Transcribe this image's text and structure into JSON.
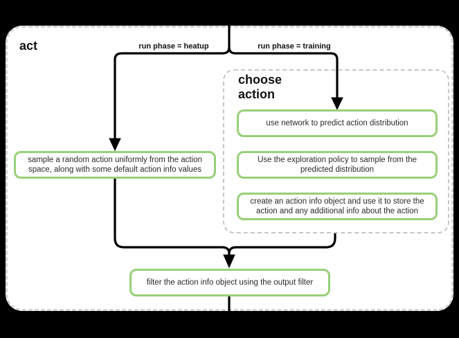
{
  "diagram": {
    "title": "act",
    "edge_labels": {
      "heatup": "run phase = heatup",
      "training": "run phase = training"
    },
    "group": {
      "title": "choose action"
    },
    "nodes": {
      "predict": "use network to predict action distribution",
      "sample_random": "sample a random action uniformly from the action space, along with some default action info values",
      "explore": "Use the exploration policy to sample from the predicted distribution",
      "action_info": "create an action info object and use it to store the action and any additional info about the action",
      "filter": "filter the action info object using the output filter"
    },
    "colors": {
      "node_border": "#97d077",
      "connector": "#000000",
      "frame_border": "#d4d4d4",
      "group_border": "#c6c6c6",
      "background": "#000000",
      "frame_fill": "#ffffff"
    }
  }
}
